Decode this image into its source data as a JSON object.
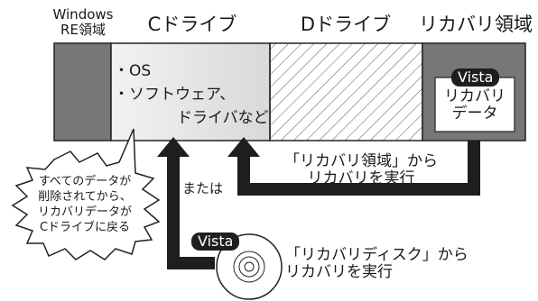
{
  "partitions": {
    "winre_label": [
      "Windows",
      "RE領域"
    ],
    "c_label": "Cドライブ",
    "d_label": "Dドライブ",
    "recovery_label": "リカバリ領域"
  },
  "c_drive": {
    "items": [
      "・OS",
      "・ソフトウェア、",
      "ドライバなど"
    ]
  },
  "recovery_box": {
    "badge": "Vista",
    "lines": [
      "リカバリ",
      "データ"
    ]
  },
  "flows": {
    "from_recovery_area": [
      "「リカバリ領域」から",
      "リカバリを実行"
    ],
    "or": "または",
    "from_disc": [
      "「リカバリディスク」から",
      "リカバリを実行"
    ],
    "disc_badge": "Vista"
  },
  "callout": {
    "lines": [
      "すべてのデータが",
      "削除されてから、",
      "リカバリデータが",
      "Cドライブに戻る"
    ]
  }
}
